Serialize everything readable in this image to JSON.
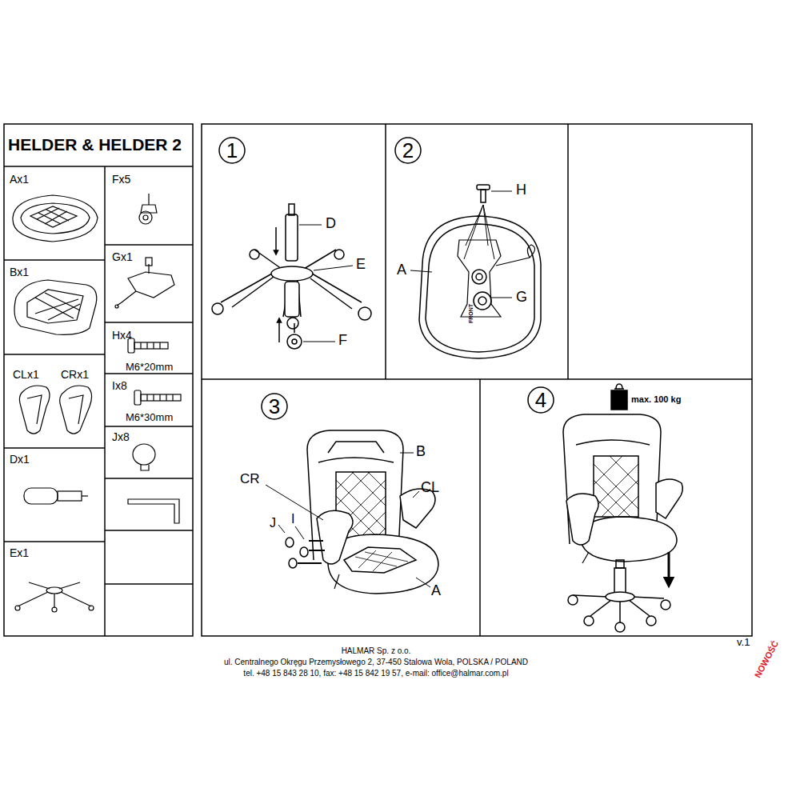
{
  "diagram": {
    "title": "HELDER & HELDER 2",
    "nodes": [
      {
        "text": [
          "1"
        ]
      },
      {
        "text": [
          "2"
        ]
      },
      {
        "text": [
          "3"
        ]
      },
      {
        "text": [
          "4"
        ]
      }
    ],
    "labels": [
      "Ax1",
      "Fx5",
      "Gx1",
      "Bx1",
      "Hx4",
      "M6*20mm",
      "CLx1",
      "CRx1",
      "Ix8",
      "M6*30mm",
      "Jx8",
      "Dx1",
      "Ex1",
      "D",
      "E",
      "F",
      "H",
      "A",
      "G",
      "FRONT",
      "B",
      "CR",
      "CL",
      "J",
      "I",
      "A",
      "max. 100 kg",
      "v.1",
      "HALMAR Sp. z o.o.",
      "ul. Centralnego Okręgu Przemysłowego 2, 37-450 Stalowa Wola, POLSKA / POLAND",
      "tel. +48 15 843 28 10, fax: +48 15 842 19 57, e-mail: office@halmar.com.pl",
      "NOWOŚĆ"
    ]
  }
}
